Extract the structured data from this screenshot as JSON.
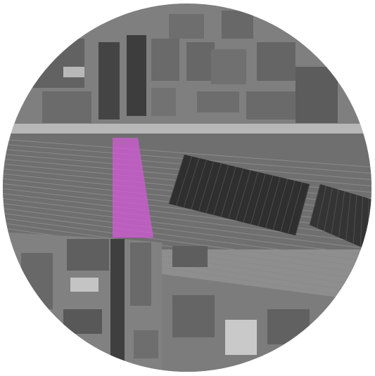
{
  "map": {
    "style": "grayscale-aerial",
    "text": [],
    "highlight": {
      "name": "highlighted-area",
      "color": "#d45ad8",
      "opacity": 0.75
    },
    "palette": {
      "background": "#ffffff",
      "ground": "#8e8e8e",
      "rail": "#6f6f6f",
      "building": "#5a5a5a",
      "shed": "#2f2f2f",
      "road": "#b7b7b7",
      "trees": "#3f3f3f"
    }
  }
}
